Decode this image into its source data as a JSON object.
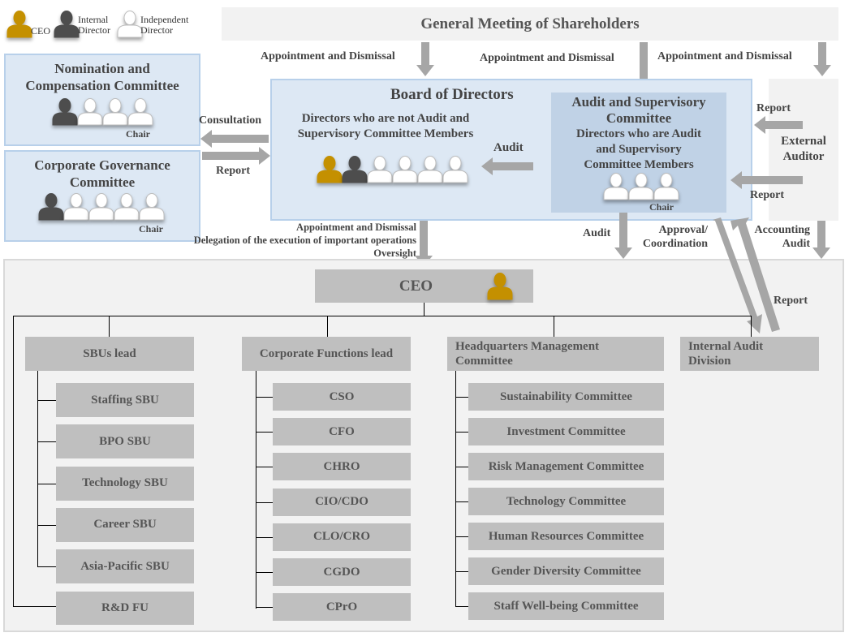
{
  "legend": {
    "ceo": "CEO",
    "internal_director": [
      "Internal",
      "Director"
    ],
    "independent_director": [
      "Independent",
      "Director"
    ]
  },
  "colors": {
    "ceo": "#c49000",
    "internal": "#4d4d4d",
    "independent": "#ffffff",
    "committee_bg": "#dde8f4",
    "audit_committee_bg": "#c0d2e6",
    "org_box": "#bfbfbf",
    "arrow": "#a6a6a6"
  },
  "shareholders": {
    "title": "General Meeting of Shareholders"
  },
  "flows": {
    "appointment_1": "Appointment and Dismissal",
    "appointment_2": "Appointment and Dismissal",
    "appointment_3": "Appointment and Dismissal",
    "consultation": "Consultation",
    "report_left": "Report",
    "audit_inner": "Audit",
    "report_ext_1": "Report",
    "report_ext_2": "Report",
    "ceo_flow": [
      "Appointment and Dismissal",
      "Delegation of the execution of important operations",
      "Oversight"
    ],
    "audit_down": "Audit",
    "approval": [
      "Approval/",
      "Coordination"
    ],
    "accounting_audit": [
      "Accounting",
      "Audit"
    ],
    "report_internal": "Report"
  },
  "nomination_committee": {
    "title": [
      "Nomination and",
      "Compensation Committee"
    ],
    "members": [
      "internal",
      "independent",
      "independent",
      "independent"
    ],
    "chair_label": "Chair"
  },
  "governance_committee": {
    "title": [
      "Corporate Governance",
      "Committee"
    ],
    "members": [
      "internal",
      "independent",
      "independent",
      "independent",
      "independent"
    ],
    "chair_label": "Chair"
  },
  "board": {
    "title": "Board of Directors",
    "non_audit_title": [
      "Directors who are not Audit and",
      "Supervisory Committee Members"
    ],
    "members": [
      "ceo",
      "internal",
      "independent",
      "independent",
      "independent",
      "independent"
    ]
  },
  "audit_committee": {
    "title": [
      "Audit and Supervisory",
      "Committee"
    ],
    "subtitle": [
      "Directors who are Audit",
      "and Supervisory",
      "Committee Members"
    ],
    "members": [
      "independent",
      "independent",
      "independent"
    ],
    "chair_label": "Chair"
  },
  "external_auditor": {
    "title": [
      "External",
      "Auditor"
    ]
  },
  "ceo_box": {
    "title": "CEO"
  },
  "org": {
    "sbus": {
      "lead": "SBUs lead",
      "items": [
        "Staffing SBU",
        "BPO SBU",
        "Technology SBU",
        "Career SBU",
        "Asia-Pacific SBU"
      ],
      "extra": "R&D FU"
    },
    "corporate_functions": {
      "lead": "Corporate Functions lead",
      "items": [
        "CSO",
        "CFO",
        "CHRO",
        "CIO/CDO",
        "CLO/CRO",
        "CGDO",
        "CPrO"
      ]
    },
    "hq_committee": {
      "lead": [
        "Headquarters Management",
        "Committee"
      ],
      "items": [
        "Sustainability Committee",
        "Investment Committee",
        "Risk Management Committee",
        "Technology Committee",
        "Human Resources Committee",
        "Gender Diversity Committee",
        "Staff Well-being Committee"
      ]
    },
    "internal_audit": {
      "title": [
        "Internal Audit",
        "Division"
      ]
    }
  }
}
